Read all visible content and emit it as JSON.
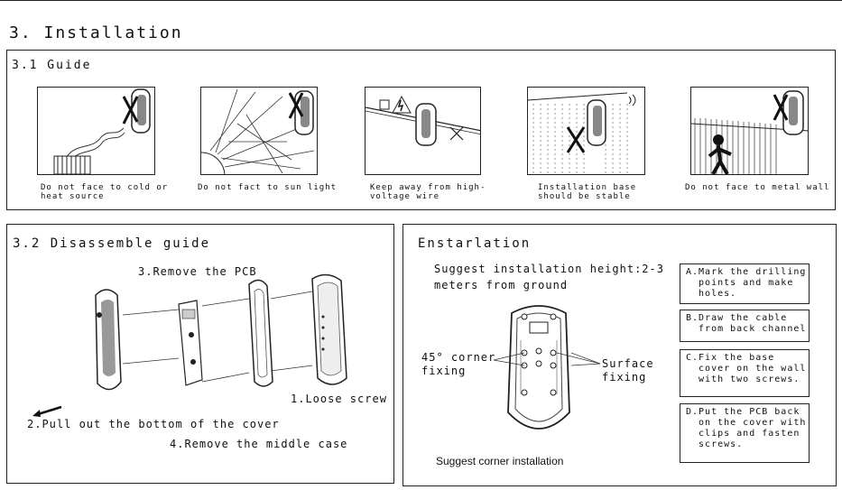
{
  "section_title": "3. Installation",
  "guide": {
    "title": "3.1 Guide",
    "captions": [
      "Do not face to cold or\nheat source",
      "Do not fact to sun light",
      "Keep away from high-\nvoltage wire",
      "Installation base\nshould be stable",
      "Do not face to metal wall"
    ]
  },
  "disassemble": {
    "title": "3.2 Disassemble  guide",
    "step_remove_pcb": "3.Remove the PCB",
    "step_loose_screw": "1.Loose screw",
    "step_pull_out": "2.Pull out the bottom of the cover",
    "step_remove_middle": "4.Remove the middle case"
  },
  "enstarlation": {
    "title": "Enstarlation",
    "height_note": "Suggest installation height:2-3\nmeters from ground",
    "corner_label": "45° corner\nfixing",
    "surface_label": "Surface\nfixing",
    "bottom_note": "Suggest corner installation",
    "steps": [
      "A.Mark the drilling\n  points and make\n  holes.",
      "B.Draw the cable\n  from back channel",
      "C.Fix the base\n  cover on the wall\n  with two screws.",
      "D.Put the PCB back\n  on the cover with\n  clips and fasten\n  screws."
    ]
  }
}
